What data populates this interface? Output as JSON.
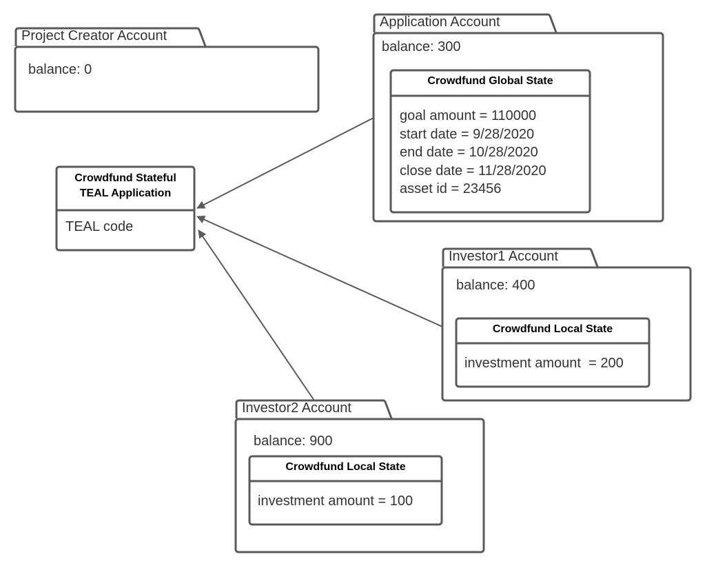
{
  "project_creator": {
    "tab_label": "Project Creator Account",
    "balance": "balance: 0"
  },
  "application_account": {
    "tab_label": "Application Account",
    "balance": "balance: 300",
    "global_state": {
      "title": "Crowdfund Global State",
      "fields": [
        "goal amount = 110000",
        "start date = 9/28/2020",
        "end date = 10/28/2020",
        "close date = 11/28/2020",
        "asset id = 23456"
      ]
    }
  },
  "teal_app": {
    "title_line1": "Crowdfund Stateful",
    "title_line2": "TEAL Application",
    "code": "TEAL code"
  },
  "investor1": {
    "tab_label": "Investor1 Account",
    "balance": "balance: 400",
    "local_state": {
      "title": "Crowdfund Local State",
      "investment": "investment amount  = 200"
    }
  },
  "investor2": {
    "tab_label": "Investor2 Account",
    "balance": "balance: 900",
    "local_state": {
      "title": "Crowdfund Local State",
      "investment": "investment amount = 100"
    }
  },
  "colors": {
    "stroke": "#5a5a5a",
    "text": "#333333"
  }
}
